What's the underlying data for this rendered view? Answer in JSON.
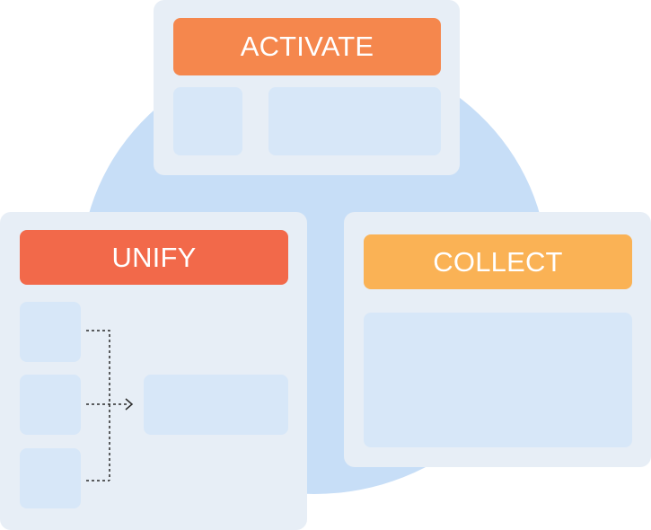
{
  "colors": {
    "circle": "#c7def7",
    "card": "#e7eef6",
    "block": "#d7e7f8",
    "activate_header": "#f5874d",
    "unify_header": "#f2694a",
    "collect_header": "#fab255",
    "connector": "#2b2b2b"
  },
  "cards": {
    "activate": {
      "label": "ACTIVATE"
    },
    "unify": {
      "label": "UNIFY"
    },
    "collect": {
      "label": "COLLECT"
    }
  }
}
